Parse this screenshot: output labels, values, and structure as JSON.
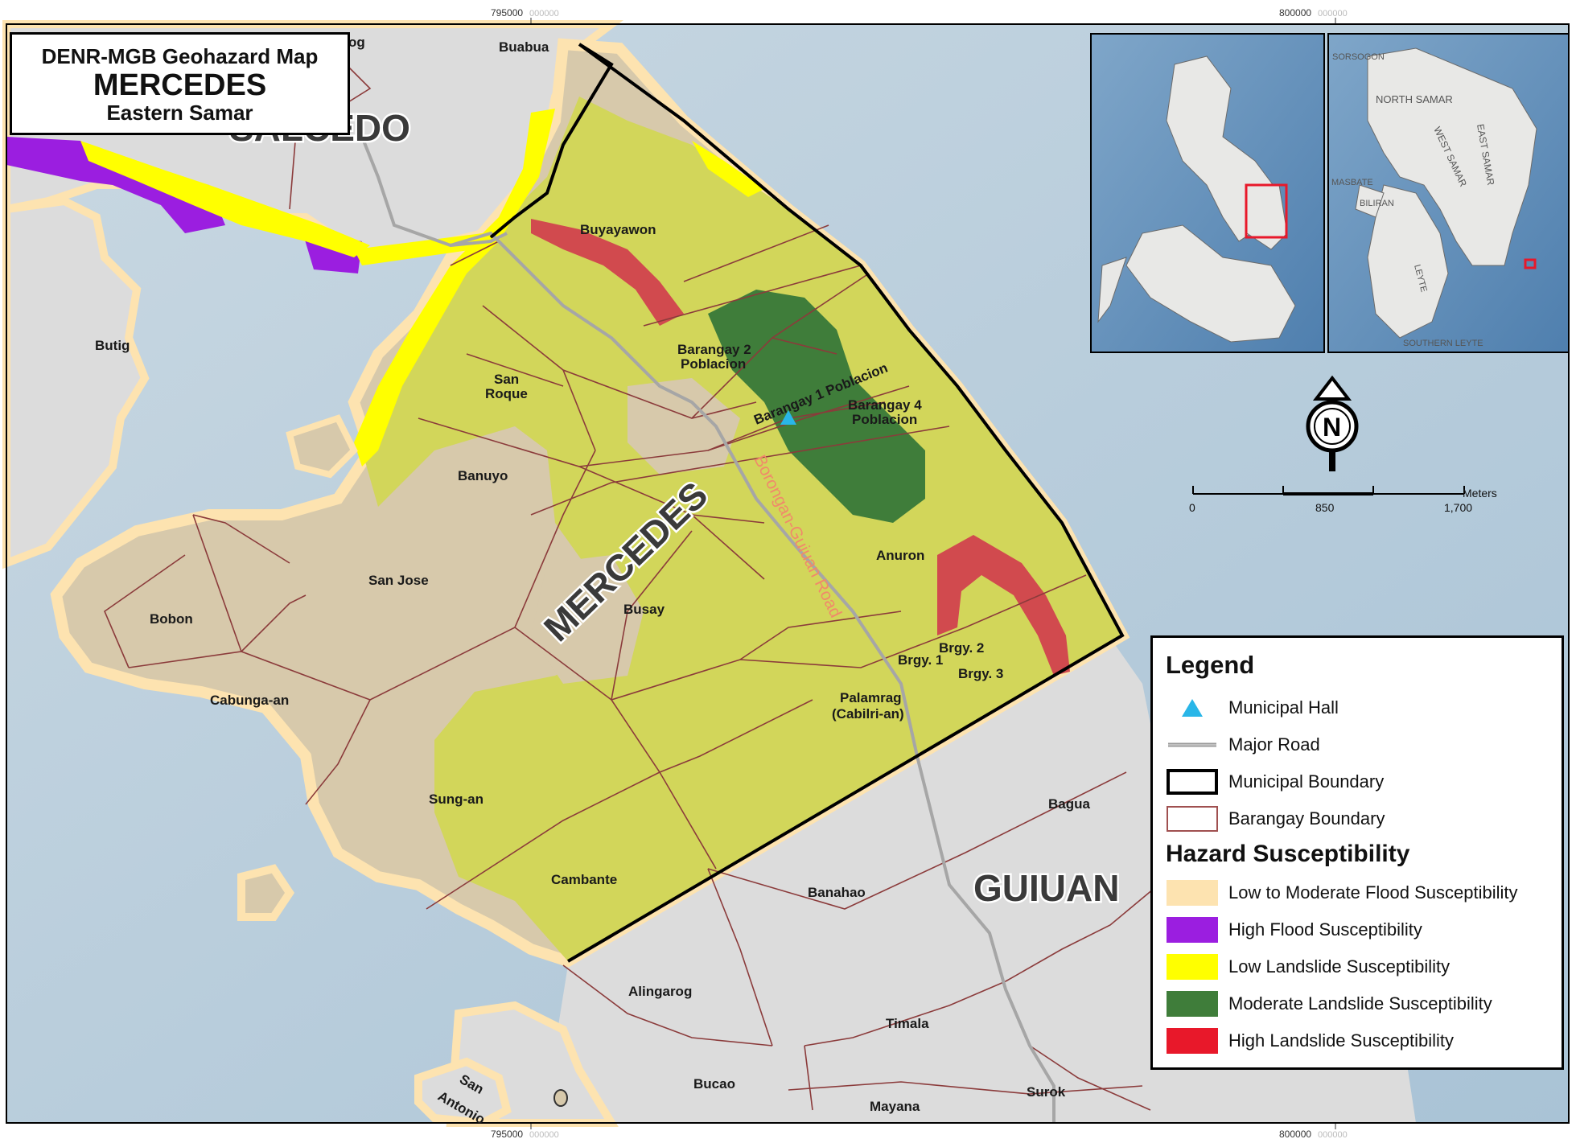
{
  "title": {
    "agency": "DENR-MGB Geohazard Map",
    "municipality": "MERCEDES",
    "province": "Eastern Samar"
  },
  "coordinates": {
    "top_left": "795000",
    "top_left_suffix": "000000",
    "top_right": "800000",
    "top_right_suffix": "000000",
    "bottom_left": "795000",
    "bottom_left_suffix": "000000",
    "bottom_right": "800000",
    "bottom_right_suffix": "000000"
  },
  "municipalities": {
    "mercedes": "MERCEDES",
    "guiuan": "GUIUAN",
    "salcedo": "SALCEDO"
  },
  "road_label": "Borongan-Guiuan Road",
  "barangays": {
    "buabua": "Buabua",
    "buyayawon": "Buyayawon",
    "butig": "Butig",
    "brgy2_line1": "Barangay 2",
    "brgy2_line2": "Poblacion",
    "san_roque_1": "San",
    "san_roque_2": "Roque",
    "brgy1": "Barangay 1 Poblacion",
    "brgy4_line1": "Barangay 4",
    "brgy4_line2": "Poblacion",
    "banuyo": "Banuyo",
    "anuron": "Anuron",
    "san_jose": "San Jose",
    "bobon": "Bobon",
    "busay": "Busay",
    "brgy_2": "Brgy. 2",
    "brgy_1": "Brgy. 1",
    "brgy_3": "Brgy. 3",
    "cabunga_an": "Cabunga-an",
    "palamrag_1": "Palamrag",
    "palamrag_2": "(Cabilri-an)",
    "bagua": "Bagua",
    "sung_an": "Sung-an",
    "cambante": "Cambante",
    "banahao": "Banahao",
    "alingarog": "Alingarog",
    "timala": "Timala",
    "bucao": "Bucao",
    "mayana": "Mayana",
    "surok": "Surok",
    "san_antonio_1": "San",
    "san_antonio_2": "Antonio",
    "partial_top": "og"
  },
  "inset": {
    "labels": [
      "SORSOGON",
      "NORTH SAMAR",
      "MASBATE",
      "WEST SAMAR",
      "EAST SAMAR",
      "BILIRAN",
      "LEYTE",
      "SOUTHERN LEYTE"
    ]
  },
  "scale_bar": {
    "unit": "Meters",
    "ticks": [
      "0",
      "850",
      "1,700"
    ]
  },
  "north_arrow": {
    "letter": "N"
  },
  "legend": {
    "title": "Legend",
    "items": [
      {
        "label": "Municipal Hall",
        "symbol": "triangle",
        "color": "#29b6e8"
      },
      {
        "label": "Major Road",
        "symbol": "road",
        "color": "#9a9a9a"
      },
      {
        "label": "Municipal Boundary",
        "symbol": "box-thick",
        "color": "#000000"
      },
      {
        "label": "Barangay Boundary",
        "symbol": "box-thin",
        "color": "#a05050"
      }
    ],
    "hazard_title": "Hazard Susceptibility",
    "hazards": [
      {
        "label": "Low to Moderate Flood Susceptibility",
        "color": "#fde3b0"
      },
      {
        "label": "High Flood Susceptibility",
        "color": "#9b1ee0"
      },
      {
        "label": "Low Landslide Susceptibility",
        "color": "#ffff00"
      },
      {
        "label": "Moderate Landslide Susceptibility",
        "color": "#3f7d3a"
      },
      {
        "label": "High Landslide Susceptibility",
        "color": "#e8182a"
      }
    ]
  },
  "colors": {
    "sea": "#b8cedd",
    "land_gray": "#dcdcdc",
    "land_tan": "#d7c9ab",
    "land_yellowgreen": "#d2d65a",
    "barangay_line": "#8b3b3b",
    "municipal_boundary": "#000000"
  }
}
